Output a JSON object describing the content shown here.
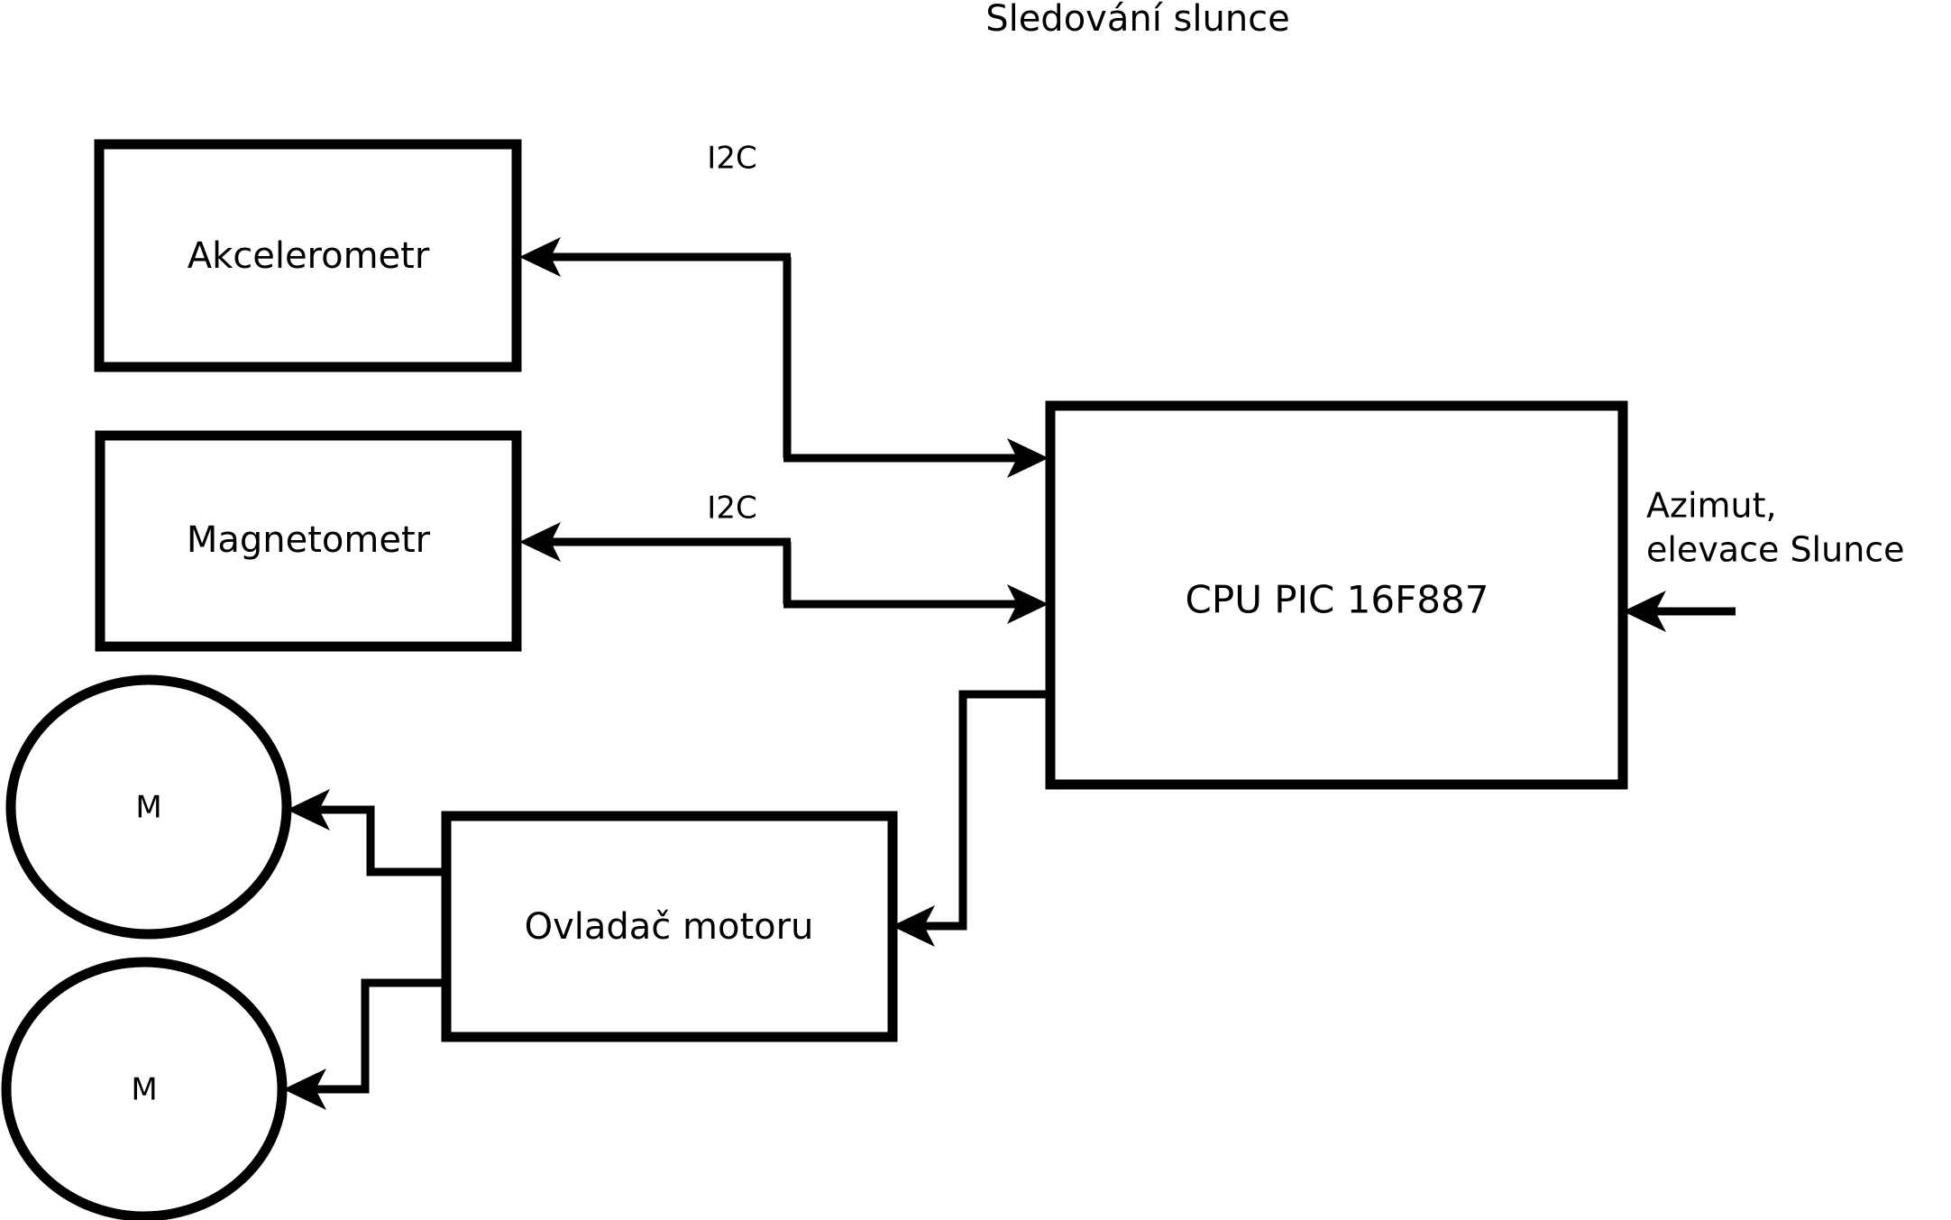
{
  "diagram": {
    "title": "Sledování slunce",
    "nodes": [
      {
        "id": "akcelerometr",
        "label": "Akcelerometr",
        "shape": "rectangle"
      },
      {
        "id": "magnetometr",
        "label": "Magnetometr",
        "shape": "rectangle"
      },
      {
        "id": "cpu",
        "label": "CPU PIC 16F887",
        "shape": "rectangle"
      },
      {
        "id": "ovladac",
        "label": "Ovladač motoru",
        "shape": "rectangle"
      },
      {
        "id": "motor1",
        "label": "M",
        "shape": "circle"
      },
      {
        "id": "motor2",
        "label": "M",
        "shape": "circle"
      }
    ],
    "edge_labels": {
      "i2c_akcelerometr": "I2C",
      "i2c_magnetometr": "I2C"
    },
    "external_inputs": [
      {
        "id": "slunce-input",
        "line1": "Azimut,",
        "line2": "elevace Slunce"
      }
    ],
    "colors": {
      "stroke": "#000000",
      "fill": "#ffffff",
      "text": "#000000"
    }
  }
}
